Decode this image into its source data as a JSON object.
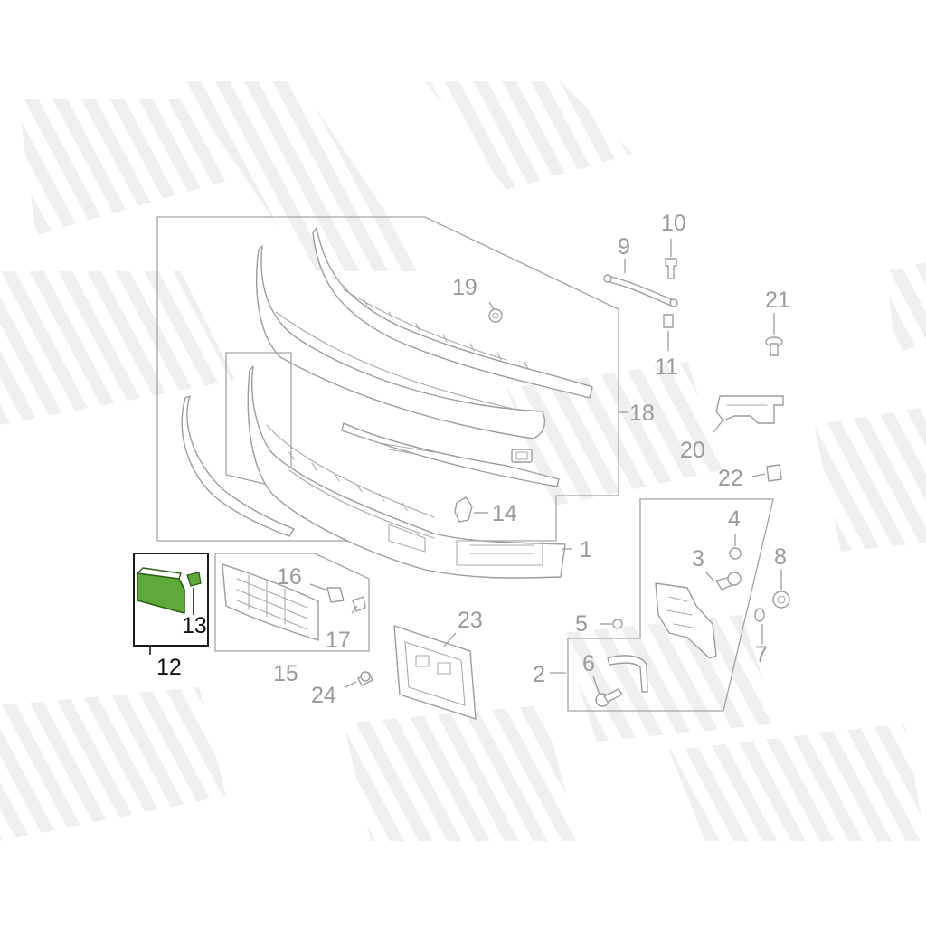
{
  "colors": {
    "outline": "#9c9c9c",
    "label": "#9a9a9a",
    "highlight_fill": "#5fa83a",
    "highlight_stroke": "#2d5e17",
    "highlight_label": "#111111",
    "watermark": "#d9d9d9"
  },
  "callouts": {
    "c1": "1",
    "c2": "2",
    "c3": "3",
    "c4": "4",
    "c5": "5",
    "c6": "6",
    "c7": "7",
    "c8": "8",
    "c9": "9",
    "c10": "10",
    "c11": "11",
    "c12": "12",
    "c13": "13",
    "c14": "14",
    "c15": "15",
    "c16": "16",
    "c17": "17",
    "c18": "18",
    "c19": "19",
    "c20": "20",
    "c21": "21",
    "c22": "22",
    "c23": "23",
    "c24": "24"
  },
  "highlighted_part": "12"
}
